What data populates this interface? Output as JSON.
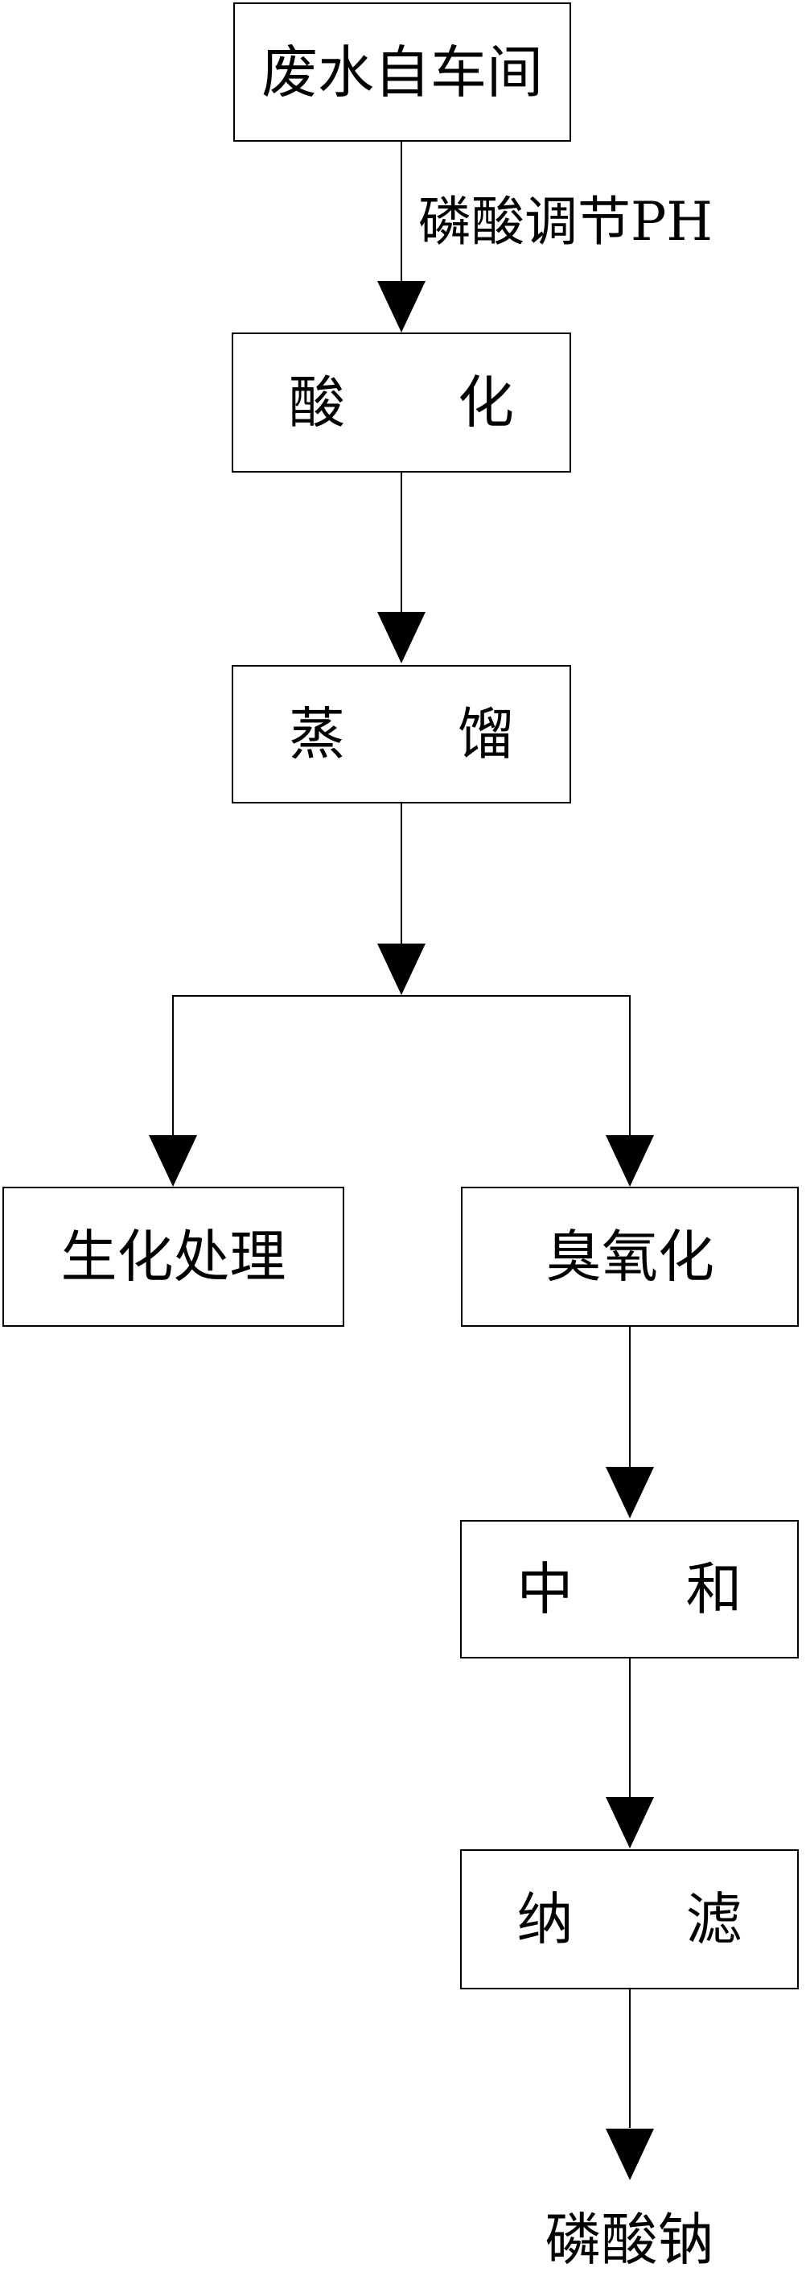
{
  "flowchart": {
    "type": "process-flow-diagram",
    "language": "zh-CN",
    "colors": {
      "background": "#ffffff",
      "line": "#000000",
      "text": "#000000",
      "box_fill": "#ffffff"
    },
    "nodes": {
      "source": {
        "label": "废水自车间"
      },
      "acidification": {
        "label": "酸　　化"
      },
      "distillation": {
        "label": "蒸　　馏"
      },
      "biochemical": {
        "label": "生化处理"
      },
      "ozonation": {
        "label": "臭氧化"
      },
      "neutralization": {
        "label": "中　　和"
      },
      "nanofiltration": {
        "label": "纳　　滤"
      }
    },
    "edge_labels": {
      "ph_adjust": "磷酸调节PH"
    },
    "output": {
      "label": "磷酸钠"
    },
    "edges": [
      {
        "from": "source",
        "to": "acidification",
        "label": "磷酸调节PH"
      },
      {
        "from": "acidification",
        "to": "distillation",
        "label": ""
      },
      {
        "from": "distillation",
        "to": "biochemical",
        "label": ""
      },
      {
        "from": "distillation",
        "to": "ozonation",
        "label": ""
      },
      {
        "from": "ozonation",
        "to": "neutralization",
        "label": ""
      },
      {
        "from": "neutralization",
        "to": "nanofiltration",
        "label": ""
      },
      {
        "from": "nanofiltration",
        "to": "output",
        "label": "磷酸钠"
      }
    ]
  }
}
